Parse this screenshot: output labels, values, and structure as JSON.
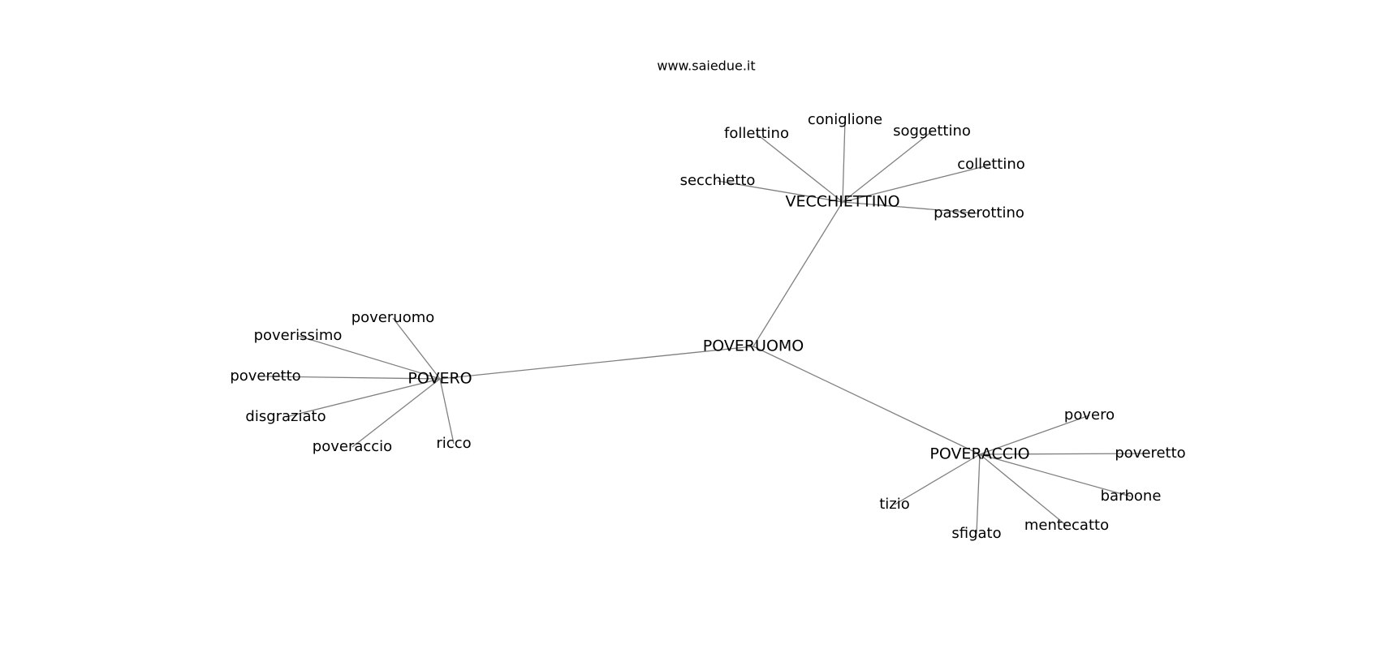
{
  "watermark": "www.saiedue.it",
  "root": "POVERUOMO",
  "hubs": [
    {
      "id": "povero",
      "label": "POVERO",
      "children": [
        "poveruomo",
        "poverissimo",
        "poveretto",
        "disgraziato",
        "poveraccio",
        "ricco"
      ]
    },
    {
      "id": "vecchiettino",
      "label": "VECCHIETTINO",
      "children": [
        "coniglione",
        "follettino",
        "soggettino",
        "collettino",
        "secchietto",
        "passerottino"
      ]
    },
    {
      "id": "poveraccio",
      "label": "POVERACCIO",
      "children": [
        "povero",
        "poveretto",
        "barbone",
        "mentecatto",
        "sfigato",
        "tizio"
      ]
    }
  ],
  "colors": {
    "edge": "#808080",
    "text": "#000000",
    "background": "#ffffff"
  }
}
